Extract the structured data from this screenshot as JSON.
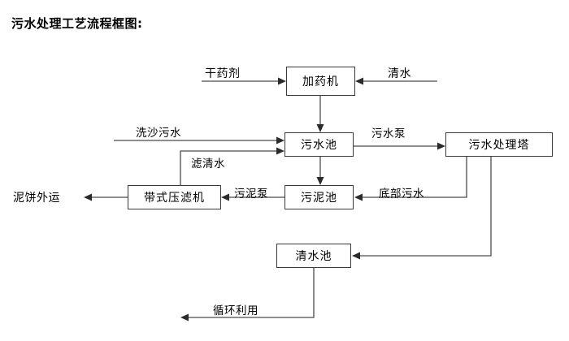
{
  "title": "污水处理工艺流程框图:",
  "nodes": [
    {
      "id": "dosing-machine",
      "label": "加药机"
    },
    {
      "id": "sewage-pool",
      "label": "污水池"
    },
    {
      "id": "treatment-tower",
      "label": "污水处理塔"
    },
    {
      "id": "belt-filter-press",
      "label": "带式压滤机"
    },
    {
      "id": "sludge-pool",
      "label": "污泥池"
    },
    {
      "id": "clean-water-pool",
      "label": "清水池"
    }
  ],
  "edge_labels": [
    {
      "id": "dry-agent",
      "label": "干药剂"
    },
    {
      "id": "clean-water-in",
      "label": "清水"
    },
    {
      "id": "sand-washing-sewage",
      "label": "洗沙污水"
    },
    {
      "id": "filtered-clear-water",
      "label": "滤清水"
    },
    {
      "id": "sewage-pump",
      "label": "污水泵"
    },
    {
      "id": "sludge-pump",
      "label": "污泥泵"
    },
    {
      "id": "bottom-sewage",
      "label": "底部污水"
    },
    {
      "id": "mud-cake-out",
      "label": "泥饼外运"
    },
    {
      "id": "recycling",
      "label": "循环利用"
    }
  ],
  "colors": {
    "line": "#4a4a4a",
    "arrow": "#2b2b2b",
    "box_border": "#3b3b3b",
    "background": "#ffffff",
    "text": "#000000"
  }
}
